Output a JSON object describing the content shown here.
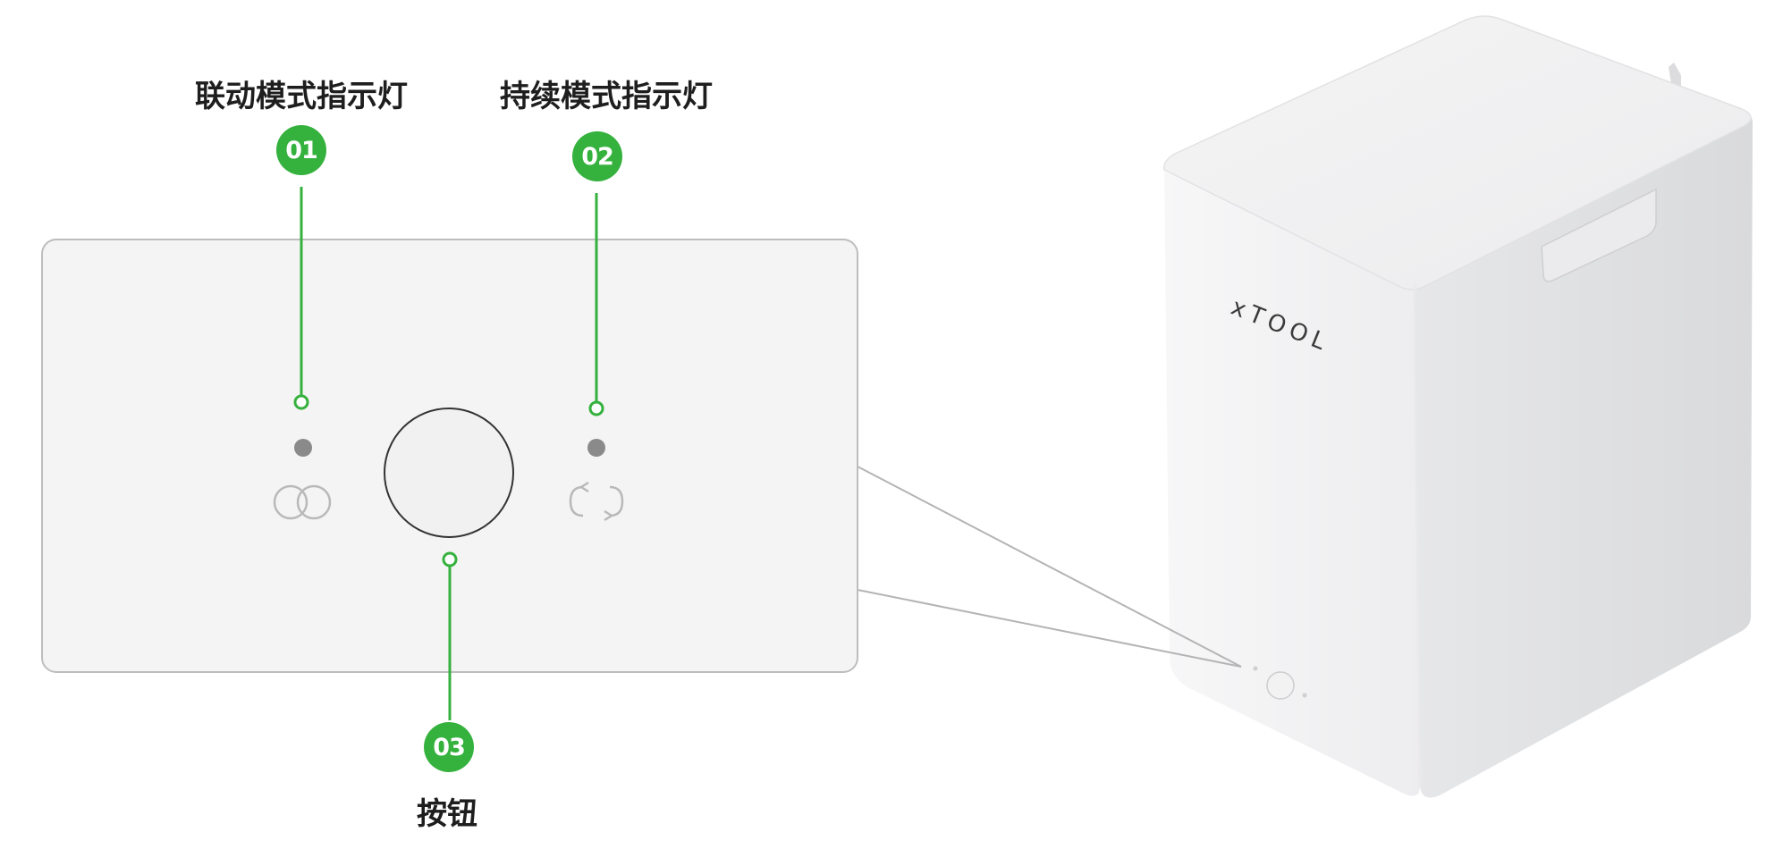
{
  "callouts": [
    {
      "number": "01",
      "label": "联动模式指示灯"
    },
    {
      "number": "02",
      "label": "持续模式指示灯"
    },
    {
      "number": "03",
      "label": "按钮"
    }
  ],
  "device": {
    "brand": "xTOOL"
  },
  "colors": {
    "accent_green": "#35b13d",
    "panel_fill": "#f4f4f4",
    "panel_border": "#bdbdbd",
    "indicator_led": "#8a8a8a",
    "text": "#1e1e1e"
  },
  "icons": {
    "mode_1": "linked-circles-icon",
    "mode_2": "loop-arrows-icon"
  }
}
